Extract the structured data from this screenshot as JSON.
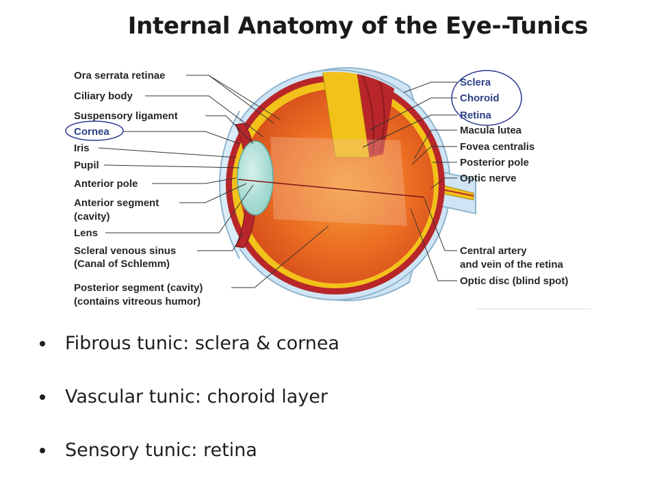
{
  "title": "Internal Anatomy of the Eye--Tunics",
  "left_labels": {
    "ora_serrata": "Ora serrata retinae",
    "ciliary_body": "Ciliary body",
    "suspensory_ligament": "Suspensory ligament",
    "cornea": "Cornea",
    "iris": "Iris",
    "pupil": "Pupil",
    "anterior_pole": "Anterior pole",
    "anterior_segment_1": "Anterior segment",
    "anterior_segment_2": "(cavity)",
    "lens": "Lens",
    "scleral_sinus_1": "Scleral venous sinus",
    "scleral_sinus_2": "(Canal of Schlemm)",
    "posterior_segment_1": "Posterior segment (cavity)",
    "posterior_segment_2": "(contains vitreous humor)"
  },
  "right_labels": {
    "sclera": "Sclera",
    "choroid": "Choroid",
    "retina": "Retina",
    "macula_lutea": "Macula lutea",
    "fovea_centralis": "Fovea centralis",
    "posterior_pole": "Posterior pole",
    "optic_nerve": "Optic nerve",
    "central_artery_1": "Central artery",
    "central_artery_2": "and vein of the retina",
    "optic_disc": "Optic disc (blind spot)"
  },
  "bullets": [
    "Fibrous tunic: sclera & cornea",
    "Vascular tunic: choroid layer",
    "Sensory tunic: retina"
  ],
  "colors": {
    "highlight_oval": "#2b3590",
    "sclera": "#cfe4f4",
    "choroid": "#b8262a",
    "retina": "#f2c21a",
    "vitreous": "#e95e1d",
    "lens": "#a7ddd6"
  }
}
